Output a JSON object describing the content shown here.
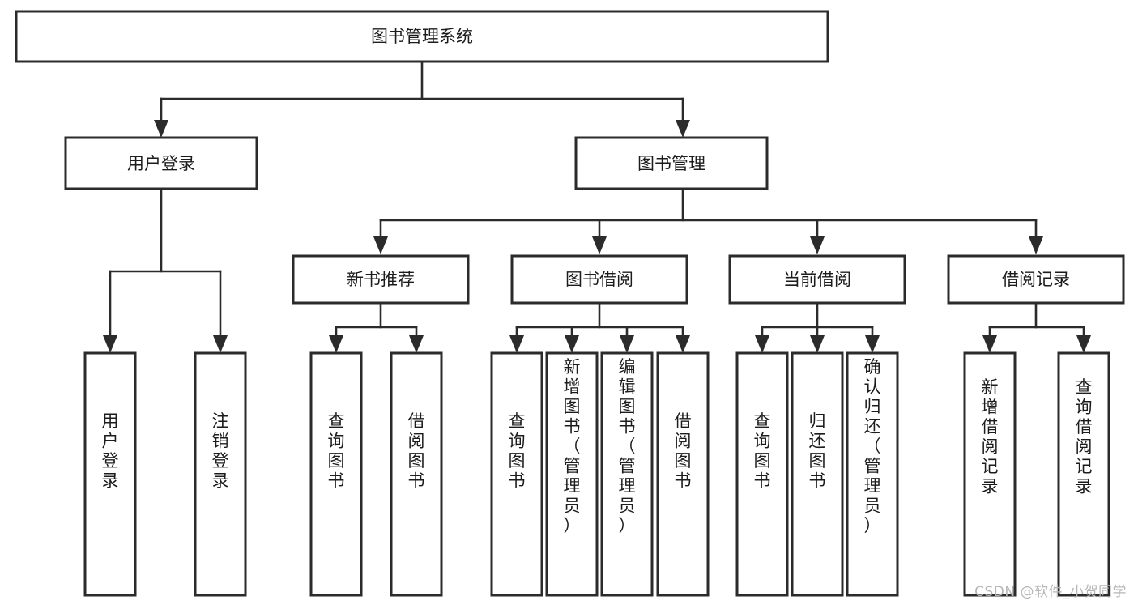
{
  "diagram": {
    "type": "tree",
    "title": "图书管理系统",
    "orientation": "top-down",
    "colors": {
      "box_fill": "#ffffff",
      "box_stroke": "#2b2b2b",
      "text": "#1c1c1c",
      "watermark": "#b6b6b6",
      "background": "#ffffff"
    },
    "root": {
      "label": "图书管理系统"
    },
    "level2": [
      {
        "label": "用户登录"
      },
      {
        "label": "图书管理"
      }
    ],
    "level3": [
      {
        "label": "新书推荐"
      },
      {
        "label": "图书借阅"
      },
      {
        "label": "当前借阅"
      },
      {
        "label": "借阅记录"
      }
    ],
    "leaves": {
      "user_login": [
        {
          "label": "用户登录"
        },
        {
          "label": "注销登录"
        }
      ],
      "new_book_recommend": [
        {
          "label": "查询图书"
        },
        {
          "label": "借阅图书"
        }
      ],
      "book_borrow": [
        {
          "label": "查询图书"
        },
        {
          "label": "新增图书（管理员）"
        },
        {
          "label": "编辑图书（管理员）"
        },
        {
          "label": "借阅图书"
        }
      ],
      "current_borrow": [
        {
          "label": "查询图书"
        },
        {
          "label": "归还图书"
        },
        {
          "label": "确认归还（管理员）"
        }
      ],
      "borrow_record": [
        {
          "label": "新增借阅记录"
        },
        {
          "label": "查询借阅记录"
        }
      ]
    }
  },
  "watermark": {
    "text": "CSDN @软件_小贺同学"
  }
}
